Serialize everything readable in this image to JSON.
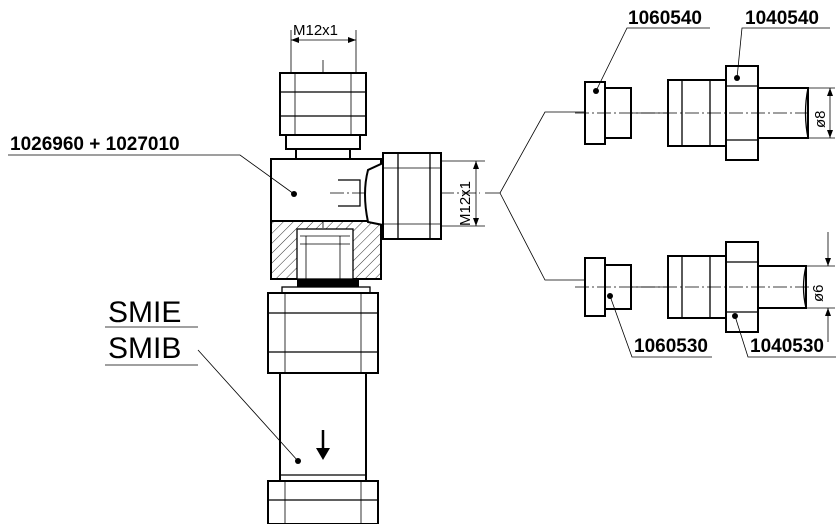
{
  "dimensions": {
    "top_thread": "M12x1",
    "side_thread": "M12x1",
    "tube_8": "ø8",
    "tube_6": "ø6"
  },
  "part_labels": {
    "tee": "1026960 + 1027010",
    "smie": "SMIE",
    "smib": "SMIB",
    "adapter_8": "1060540",
    "nut_8": "1040540",
    "adapter_6": "1060530",
    "nut_6": "1040530"
  },
  "flow_arrow": "down-arrow-icon"
}
